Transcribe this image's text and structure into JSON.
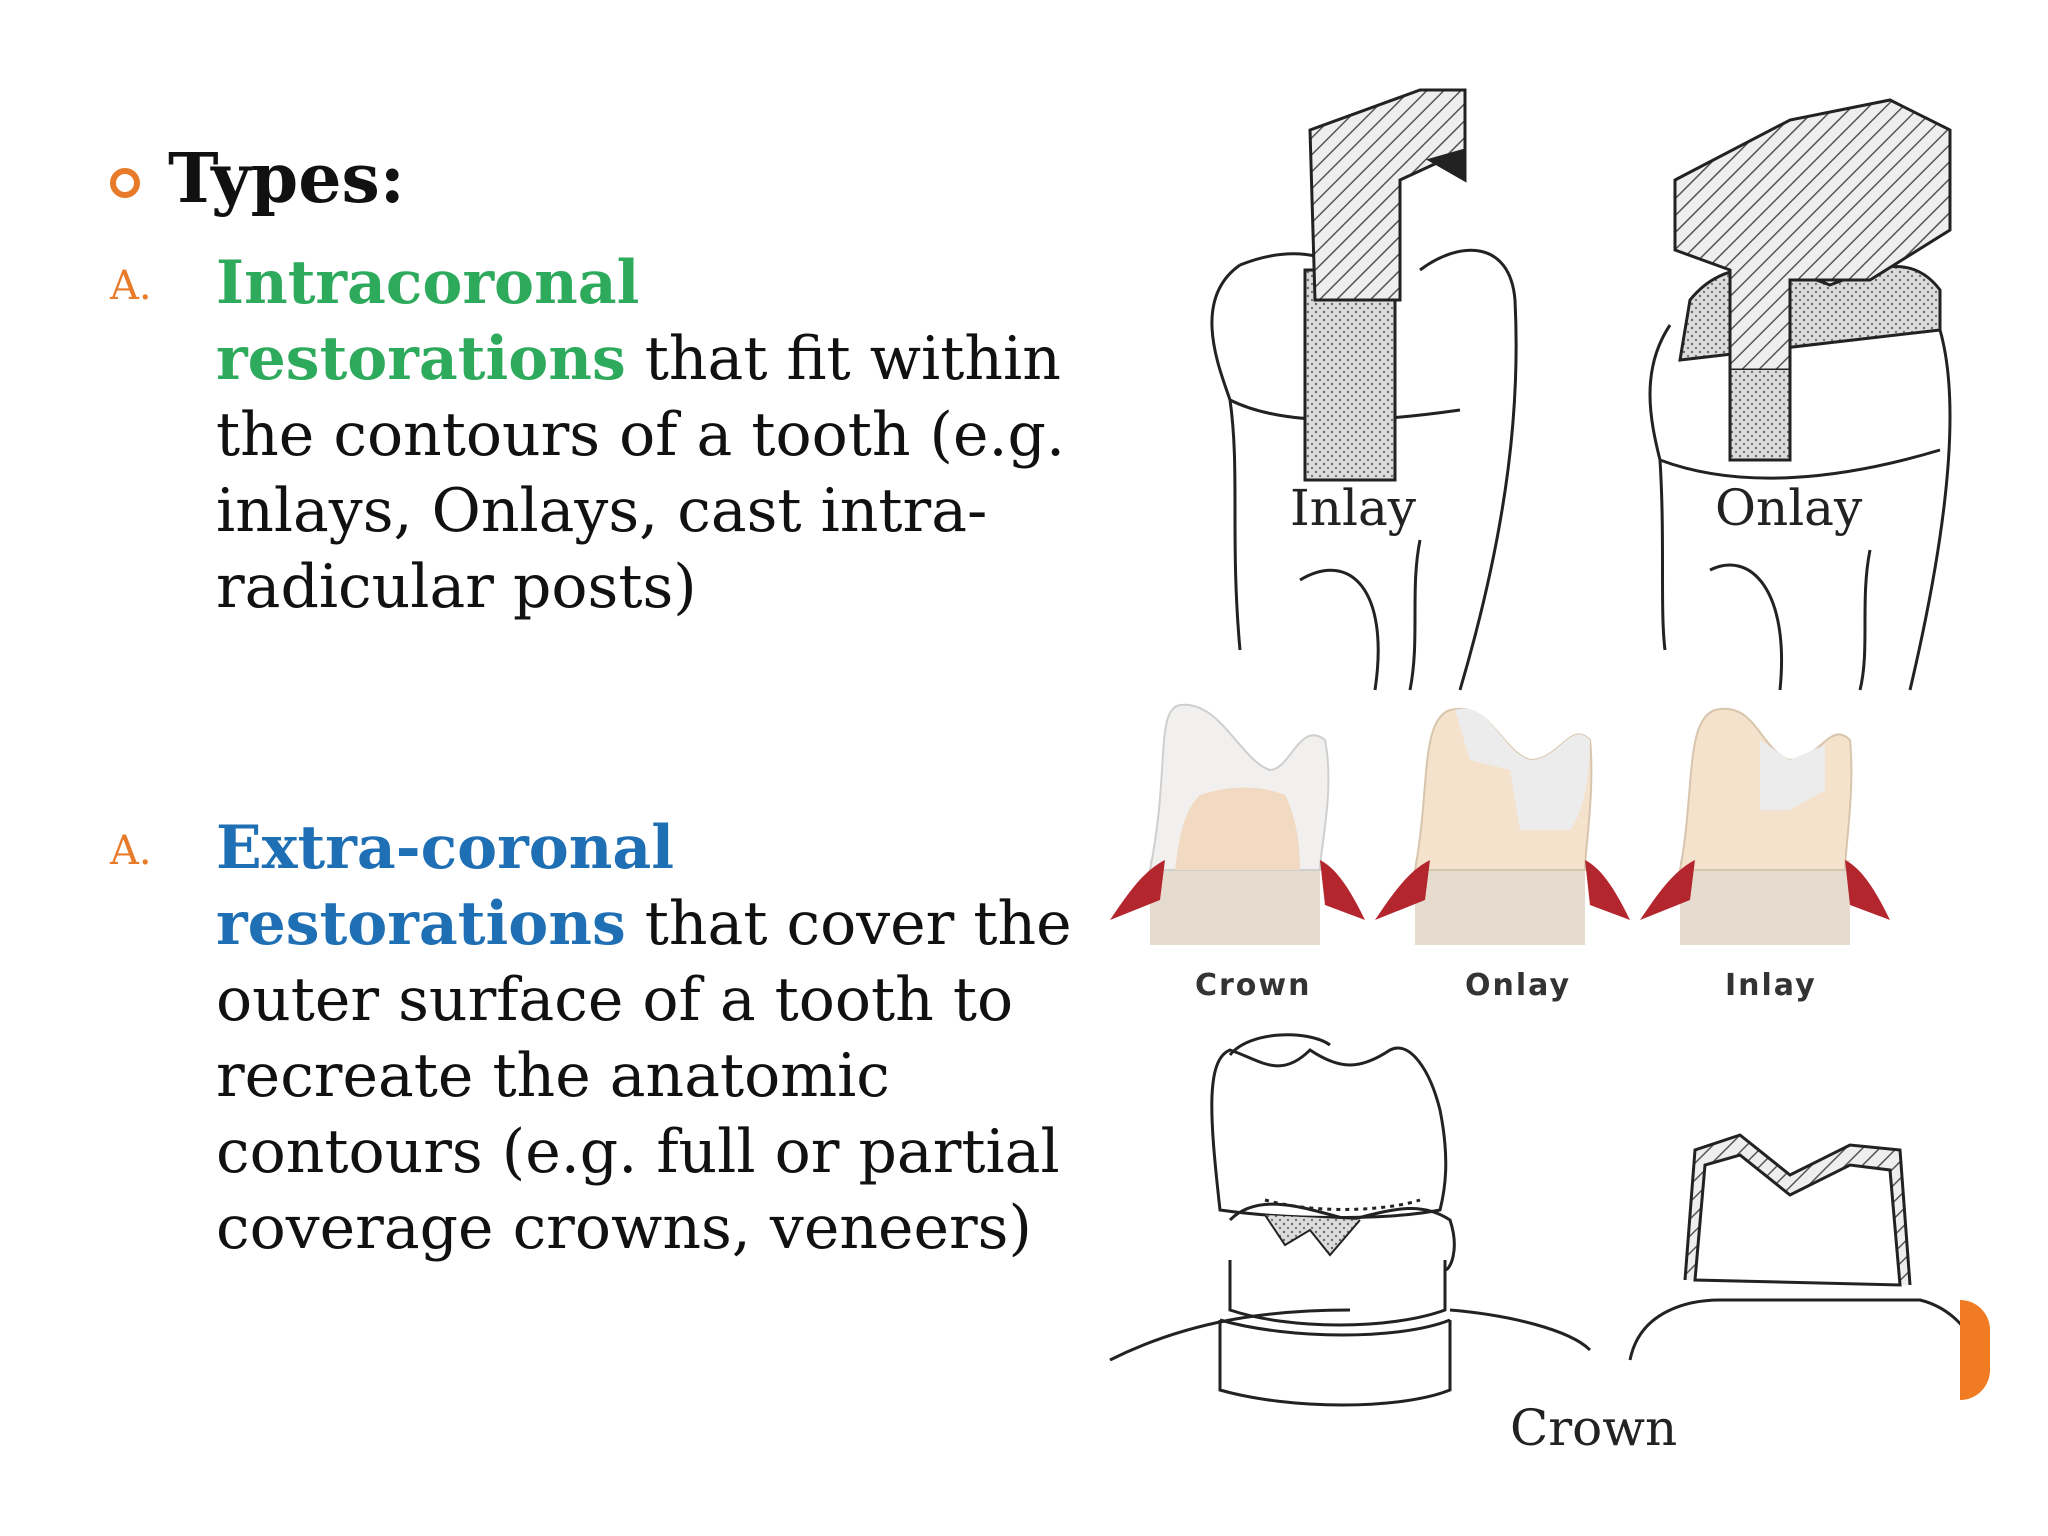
{
  "heading": "Types:",
  "items": [
    {
      "marker": "A.",
      "term_line1": "Intracoronal",
      "term_line2": "restorations",
      "description": " that fit within the contours of a tooth (e.g. inlays, Onlays, cast intra-radicular posts)"
    },
    {
      "marker": "A.",
      "term_line1": "Extra-coronal",
      "term_line2": "restorations",
      "description": " that cover the outer surface of a tooth to recreate the anatomic contours (e.g. full or partial coverage crowns, veneers)"
    }
  ],
  "figures": {
    "top_left_label": "Inlay",
    "top_right_label": "Onlay",
    "middle_labels": [
      "Crown",
      "Onlay",
      "Inlay"
    ],
    "bottom_label": "Crown"
  },
  "colors": {
    "accent": "#e87b2a",
    "intracoronal": "#2eaa5c",
    "extracoronal": "#1f6fb5"
  },
  "icons": {
    "bullet": "ring-bullet-icon"
  }
}
